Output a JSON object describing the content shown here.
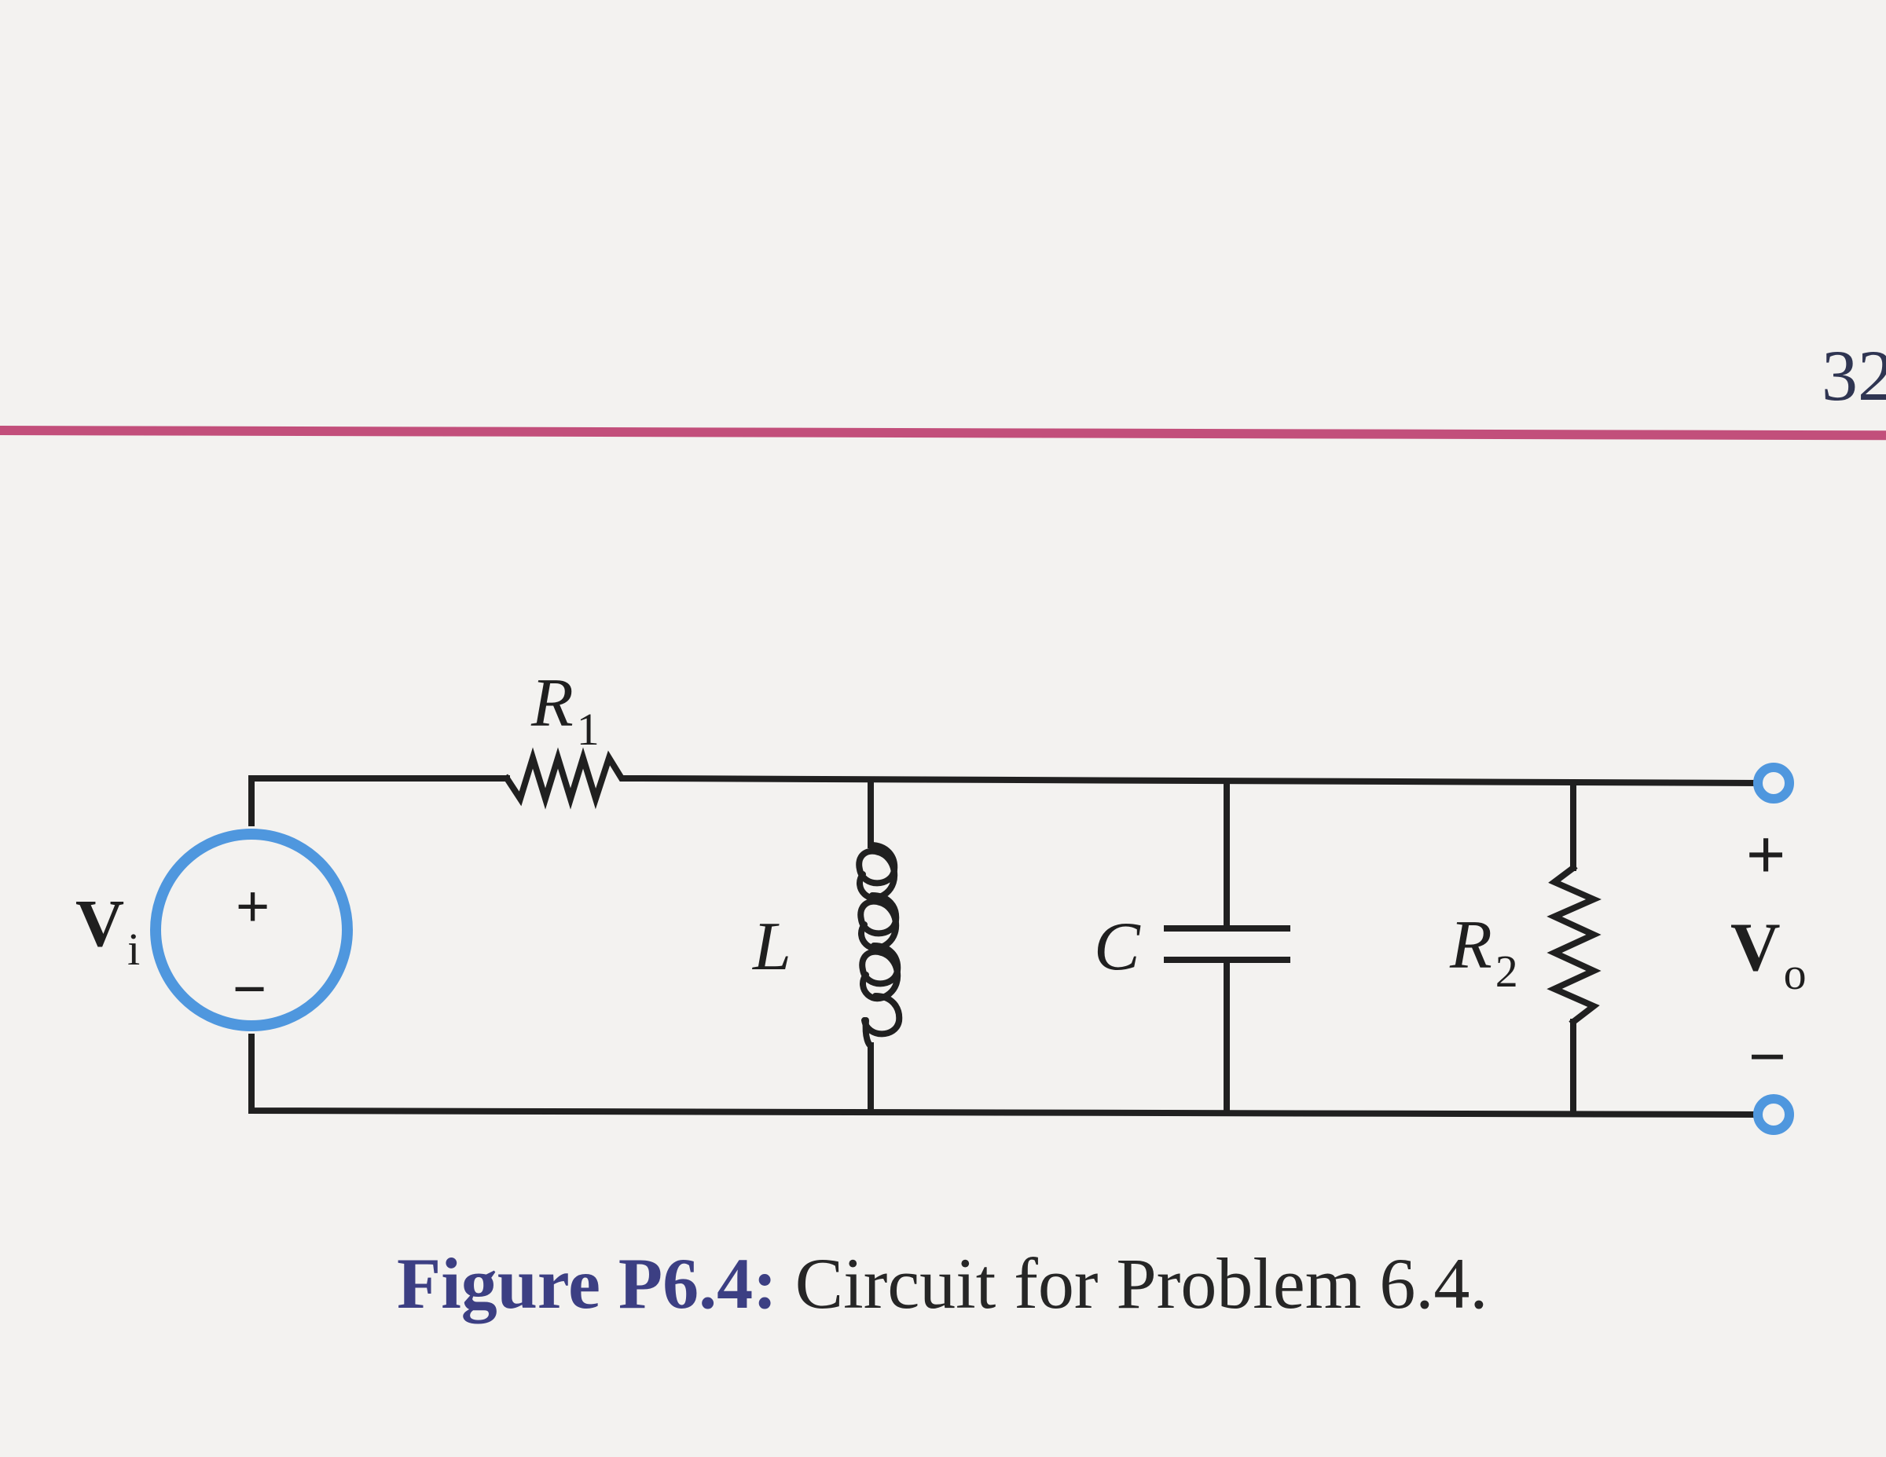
{
  "page_header": {
    "number": "32"
  },
  "diagram": {
    "source_label": "V",
    "source_subscript": "i",
    "source_plus": "+",
    "source_minus": "−",
    "r1_label": "R",
    "r1_subscript": "1",
    "inductor_label": "L",
    "capacitor_label": "C",
    "r2_label": "R",
    "r2_subscript": "2",
    "output_plus": "+",
    "output_label": "V",
    "output_subscript": "o",
    "output_minus": "−"
  },
  "caption": {
    "prefix": "Figure P6.4:",
    "text": "Circuit for Problem 6.4."
  },
  "colors": {
    "rule": "#c24f7b",
    "accent_blue": "#4f97de",
    "caption_blue": "#3c3f83"
  }
}
